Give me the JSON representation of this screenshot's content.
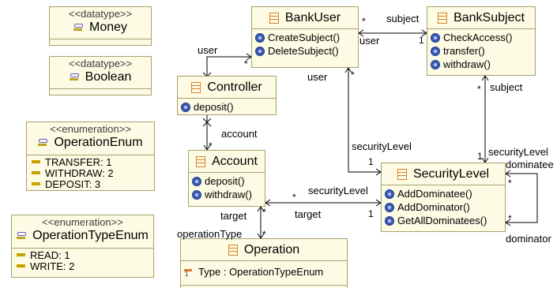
{
  "diagram": {
    "datatypes": [
      {
        "stereotype": "<<datatype>>",
        "name": "Money"
      },
      {
        "stereotype": "<<datatype>>",
        "name": "Boolean"
      }
    ],
    "enums": [
      {
        "stereotype": "<<enumeration>>",
        "name": "OperationEnum",
        "literals": [
          "TRANSFER: 1",
          "WITHDRAW: 2",
          "DEPOSIT: 3"
        ]
      },
      {
        "stereotype": "<<enumeration>>",
        "name": "OperationTypeEnum",
        "literals": [
          "READ: 1",
          "WRITE: 2"
        ]
      }
    ],
    "classes": {
      "bankuser": {
        "name": "BankUser",
        "ops": [
          "CreateSubject()",
          "DeleteSubject()"
        ]
      },
      "banksubject": {
        "name": "BankSubject",
        "ops": [
          "CheckAccess()",
          "transfer()",
          "withdraw()"
        ]
      },
      "controller": {
        "name": "Controller",
        "ops": [
          "deposit()"
        ]
      },
      "account": {
        "name": "Account",
        "ops": [
          "deposit()",
          "withdraw()"
        ]
      },
      "securitylevel": {
        "name": "SecurityLevel",
        "ops": [
          "AddDominatee()",
          "AddDominator()",
          "GetAllDominatees()"
        ]
      },
      "operation": {
        "name": "Operation",
        "attrs": [
          "Type : OperationTypeEnum"
        ]
      }
    },
    "labels": {
      "subject1": "subject",
      "user1": "user",
      "user2": "user",
      "user3": "user",
      "subject2": "subject",
      "account": "account",
      "securityLevel1": "securityLevel",
      "securityLevel2": "securityLevel",
      "securityLevel3": "securityLevel",
      "target1": "target",
      "target2": "target",
      "operationType": "operationType",
      "dominatee": "dominatee",
      "dominator": "dominator"
    },
    "multiplicities": {
      "star": "*",
      "one": "1"
    }
  }
}
